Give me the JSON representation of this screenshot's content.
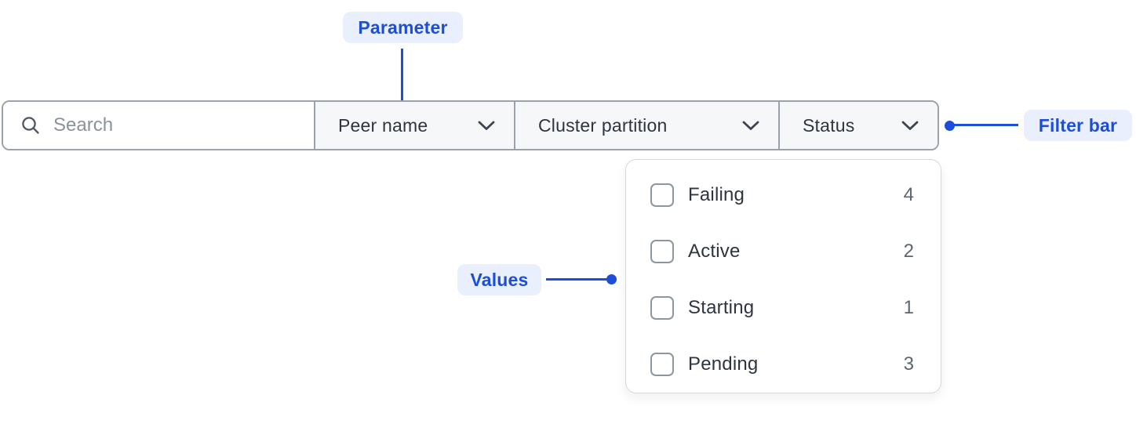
{
  "annotations": {
    "parameter": {
      "label": "Parameter"
    },
    "filter_bar": {
      "label": "Filter bar"
    },
    "values": {
      "label": "Values"
    }
  },
  "filter_bar": {
    "search": {
      "placeholder": "Search",
      "icon": "search-icon"
    },
    "parameters": [
      {
        "label": "Peer name",
        "icon": "chevron-down-icon"
      },
      {
        "label": "Cluster partition",
        "icon": "chevron-down-icon"
      },
      {
        "label": "Status",
        "icon": "chevron-down-icon",
        "expanded": true
      }
    ]
  },
  "status_dropdown": {
    "items": [
      {
        "label": "Failing",
        "count": "4",
        "checked": false
      },
      {
        "label": "Active",
        "count": "2",
        "checked": false
      },
      {
        "label": "Starting",
        "count": "1",
        "checked": false
      },
      {
        "label": "Pending",
        "count": "3",
        "checked": false
      }
    ]
  },
  "colors": {
    "accent": "#1d4ed8",
    "annotation_bg": "#e9effc",
    "bar_border": "#9ca2aa",
    "section_bg": "#f6f7f8",
    "panel_border": "#d6d8dc",
    "text_dark": "#2e3440",
    "text_placeholder": "#8b919b",
    "count_gray": "#5d6570",
    "checkbox_border": "#8d95a1"
  }
}
